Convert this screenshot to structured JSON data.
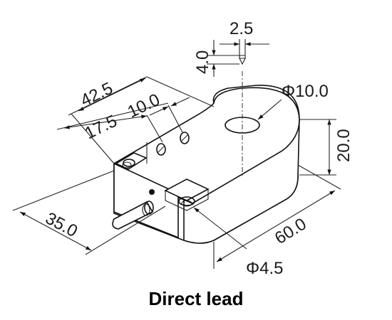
{
  "dimensions": {
    "probe_width": "2.5",
    "probe_height": "4.0",
    "overall_length": "42.5",
    "hole_offset": "17.5",
    "hole_spacing": "10.0",
    "hole_diameter": "Φ10.0",
    "height": "20.0",
    "depth": "35.0",
    "width": "60.0",
    "mount_hole_diameter": "Φ4.5"
  },
  "caption": "Direct lead"
}
